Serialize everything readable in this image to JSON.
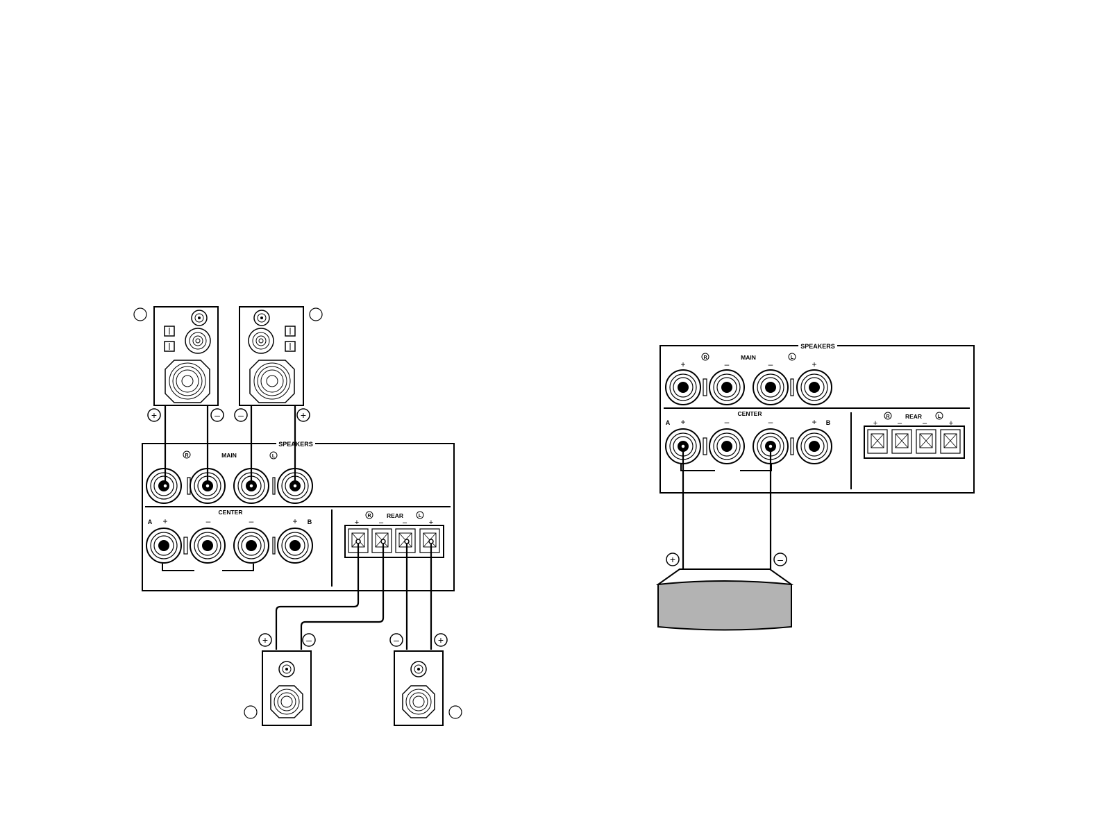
{
  "colors": {
    "line": "#000000",
    "background": "#ffffff",
    "subwoofer_fill": "#b3b3b3"
  },
  "diagram_left": {
    "panel_title": "SPEAKERS",
    "main_label": "MAIN",
    "center_label": "CENTER",
    "rear_label": "REAR",
    "right_marker": "R",
    "left_marker": "L",
    "a_label": "A",
    "b_label": "B",
    "plus": "+",
    "minus": "–"
  },
  "diagram_right": {
    "panel_title": "SPEAKERS",
    "main_label": "MAIN",
    "center_label": "CENTER",
    "rear_label": "REAR",
    "right_marker": "R",
    "left_marker": "L",
    "a_label": "A",
    "b_label": "B",
    "plus": "+",
    "minus": "–"
  }
}
